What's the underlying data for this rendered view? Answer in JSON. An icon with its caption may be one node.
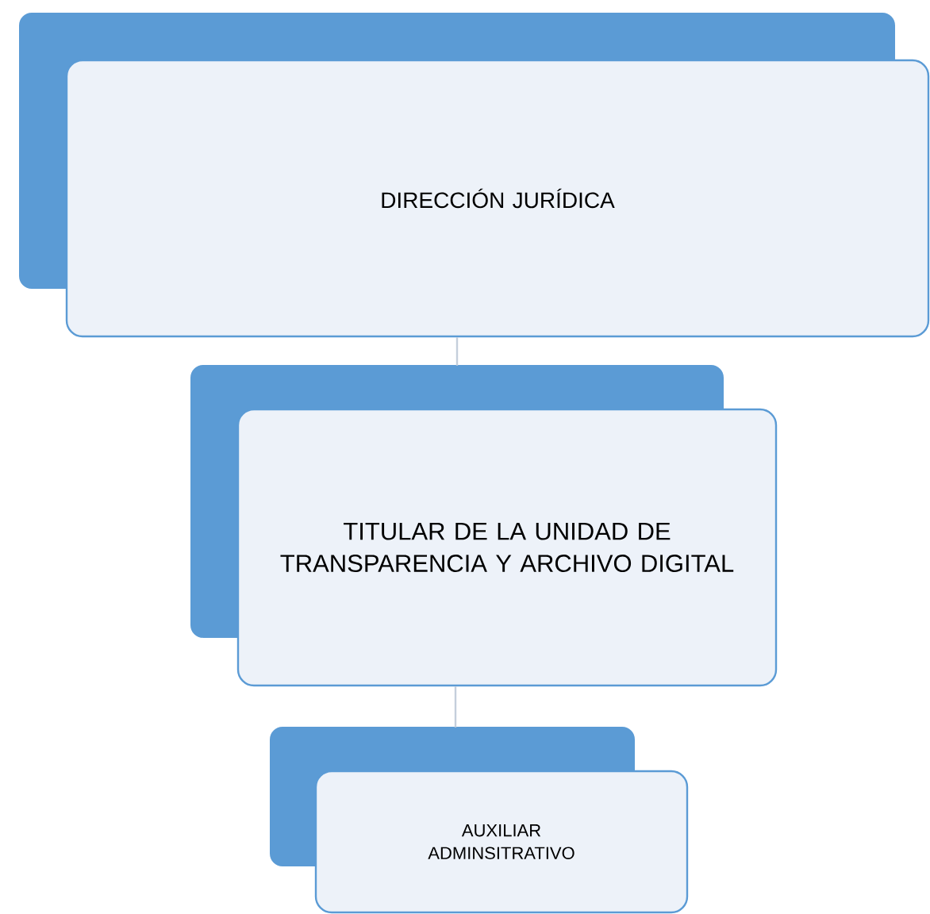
{
  "diagram": {
    "nodes": [
      {
        "text": [
          "DIRECCIÓN JURÍDICA"
        ]
      },
      {
        "text": [
          "TITULAR DE LA UNIDAD DE TRANSPARENCIA Y ARCHIVO DIGITAL"
        ]
      },
      {
        "text": [
          "AUXILIAR ADMINSITRATIVO"
        ]
      }
    ],
    "edges": [
      {
        "from": 0,
        "to": 1,
        "arrow": "none"
      },
      {
        "from": 1,
        "to": 2,
        "arrow": "none"
      }
    ]
  }
}
